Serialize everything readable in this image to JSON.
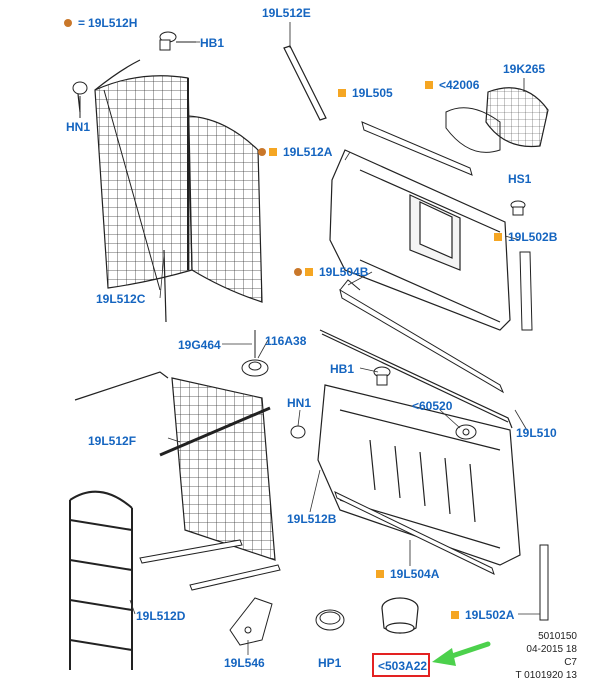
{
  "legend": {
    "symbol": "dot",
    "equals": "=",
    "part": "19L512H"
  },
  "labels": {
    "hb1_top": "HB1",
    "l19l512e": "19L512E",
    "l19k265": "19K265",
    "l19l505": "19L505",
    "l42006": "<42006",
    "hn1_left": "HN1",
    "l19l512a": "19L512A",
    "hs1": "HS1",
    "l19l502b": "19L502B",
    "l19l504b": "19L504B",
    "l19l512c": "19L512C",
    "l19g464": "19G464",
    "l116a38": "116A38",
    "hb1_mid": "HB1",
    "hn1_mid": "HN1",
    "l60520": "<60520",
    "l19l510": "19L510",
    "l19l512f": "19L512F",
    "l19l512b": "19L512B",
    "l19l504a": "19L504A",
    "l19l512d": "19L512D",
    "l19l502a": "19L502A",
    "l19l546": "19L546",
    "hp1": "HP1",
    "l503a22": "<503A22"
  },
  "meta": {
    "line1": "5010150",
    "line2": "04-2015 18",
    "line3": "C7",
    "line4": "T 0101920 13"
  },
  "colors": {
    "label": "#1565c0",
    "marker_square": "#f5a623",
    "marker_dot": "#c9772a",
    "highlight_box": "#e32222",
    "arrow": "#4cd14c",
    "line": "#222222"
  }
}
